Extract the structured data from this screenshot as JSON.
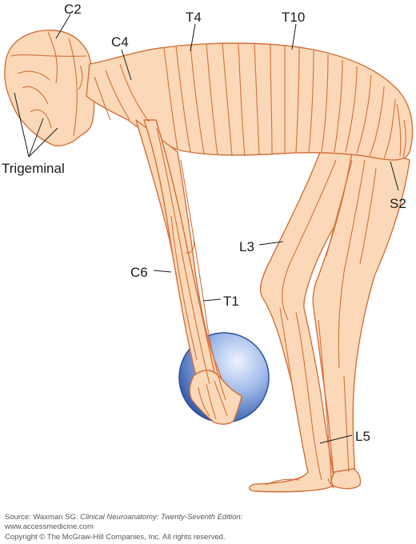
{
  "colors": {
    "skin": "#fbd9b8",
    "outline": "#d3703a",
    "ball_light": "#eef3ff",
    "ball_mid": "#7fa3e0",
    "ball_dark": "#2d55a6"
  },
  "labels": {
    "c2": "C2",
    "c4": "C4",
    "t4": "T4",
    "t10": "T10",
    "trigeminal": "Trigeminal",
    "s2": "S2",
    "l3": "L3",
    "c6": "C6",
    "t1": "T1",
    "l5": "L5"
  },
  "source": {
    "prefix": "Source: Waxman SG: ",
    "title": "Clinical Neuroanatomy: Twenty-Seventh Edition:",
    "site": "www.accessmedicine.com",
    "copyright": "Copyright © The McGraw-Hill Companies, Inc. All rights reserved."
  }
}
